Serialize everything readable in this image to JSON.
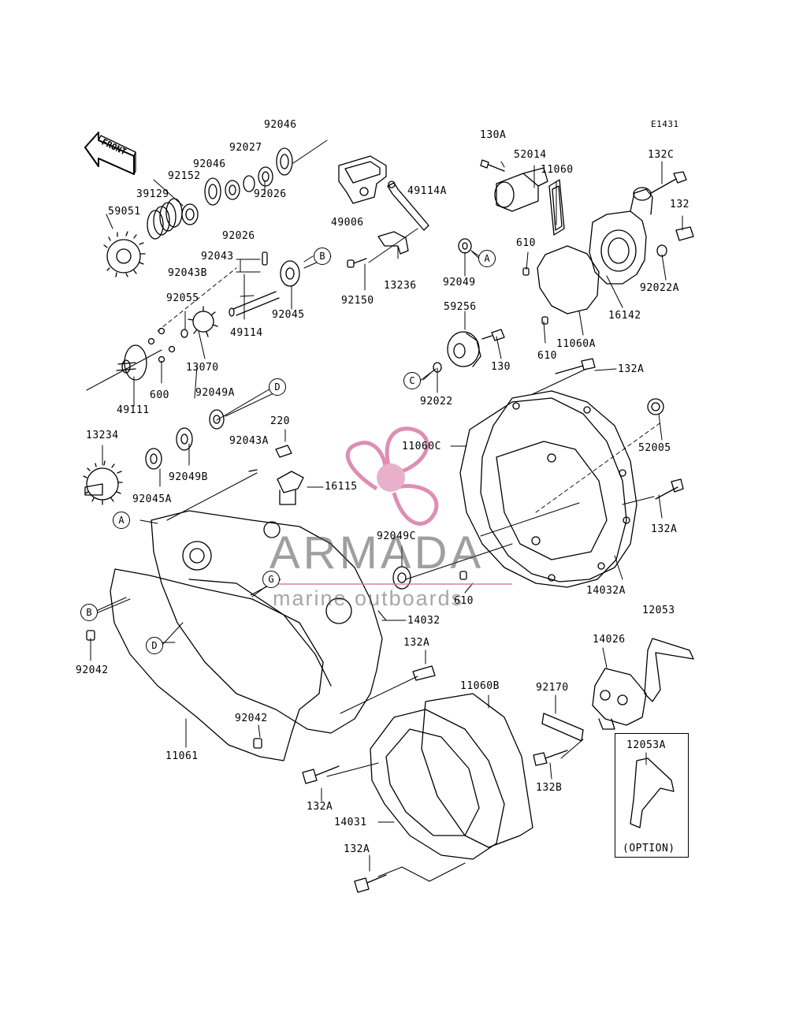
{
  "diagram_code": "E1431",
  "front_label": "FRONT",
  "option_label": "(OPTION)",
  "watermark": {
    "brand": "ARMADA",
    "tagline": "marine outboards",
    "accent_color": "#d97aa8"
  },
  "callouts": {
    "a": "A",
    "b": "B",
    "c": "C",
    "d": "D",
    "g": "G"
  },
  "parts": {
    "p92046_top": "92046",
    "p92027": "92027",
    "p92046": "92046",
    "p92152": "92152",
    "p39129": "39129",
    "p59051": "59051",
    "p92026_a": "92026",
    "p92026_b": "92026",
    "p92043": "92043",
    "p92043B": "92043B",
    "p92045": "92045",
    "p92055": "92055",
    "p49114": "49114",
    "p13070": "13070",
    "p600": "600",
    "p49111": "49111",
    "p49006": "49006",
    "p49114A": "49114A",
    "p13236": "13236",
    "p92150": "92150",
    "p130A": "130A",
    "p52014": "52014",
    "p11060": "11060",
    "p132C": "132C",
    "p132": "132",
    "p610_a": "610",
    "p92022A": "92022A",
    "p16142": "16142",
    "p92049": "92049",
    "p59256": "59256",
    "p130": "130",
    "p610_b": "610",
    "p11060A": "11060A",
    "p132A_a": "132A",
    "p92022": "92022",
    "p92049A": "92049A",
    "p220": "220",
    "p92043A": "92043A",
    "p13234": "13234",
    "p92049B": "92049B",
    "p92045A": "92045A",
    "p16115": "16115",
    "p11060C": "11060C",
    "p52005": "52005",
    "p132A_b": "132A",
    "p92049C": "92049C",
    "p610_c": "610",
    "p14032A": "14032A",
    "p14032": "14032",
    "p12053": "12053",
    "p92042_a": "92042",
    "p132A_c": "132A",
    "p11060B": "11060B",
    "p14026": "14026",
    "p92170": "92170",
    "p92042_b": "92042",
    "p11061": "11061",
    "p132A_d": "132A",
    "p132B": "132B",
    "p12053A": "12053A",
    "p14031": "14031",
    "p132A_e": "132A"
  }
}
